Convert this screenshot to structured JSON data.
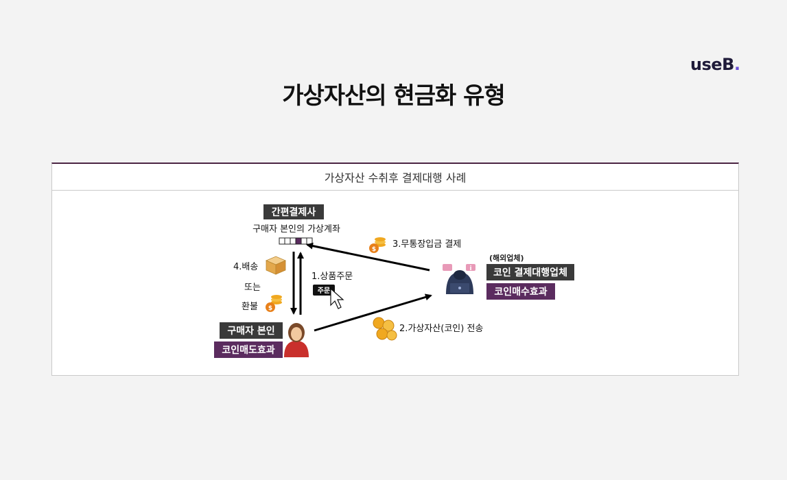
{
  "logo": {
    "text": "useB",
    "dot": "."
  },
  "page_title": "가상자산의 현금화 유형",
  "panel": {
    "header": "가상자산 수취후 결제대행 사례",
    "easy_pay": {
      "tag": "간편결제사",
      "account_label": "구매자 본인의 가상계좌"
    },
    "step1": {
      "label": "1.상품주문",
      "button": "주문"
    },
    "step2": {
      "label": "2.가상자산(코인) 전송"
    },
    "step3": {
      "label": "3.무통장입금 결제"
    },
    "step4": {
      "line1": "4.배송",
      "line2": "또는",
      "line3": "환불"
    },
    "buyer": {
      "tag": "구매자 본인",
      "effect": "코인매도효과"
    },
    "agent": {
      "note": "(해외업체)",
      "tag": "코인 결제대행업체",
      "effect": "코인매수효과"
    }
  },
  "colors": {
    "dark_tag": "#3a3a3a",
    "purple_tag": "#5b2c5f",
    "header_rule": "#4a2442",
    "account_fill": "#5b2c5f",
    "coin": "#f0a820",
    "box": "#e8b86a"
  }
}
